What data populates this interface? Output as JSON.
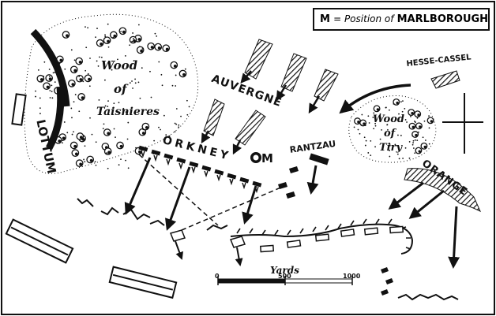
{
  "legend": {
    "symbol_name": "marlborough-position-symbol",
    "letter": "M",
    "text_mid": "= Position of",
    "text_bold": "MARLBOROUGH"
  },
  "labels": {
    "wood_taisnieres": [
      "Wood",
      "of",
      "Taisnieres"
    ],
    "wood_tiry": [
      "Wood",
      "of",
      "Tiry"
    ],
    "lottum": "LOTTUM",
    "auvergne": "AUVERGNE",
    "orkney": "ORKNEY",
    "rantzau": "RANTZAU",
    "hesse_cassel": "HESSE-CASSEL",
    "orange": "ORANGE",
    "marlborough_marker": "M"
  },
  "scale": {
    "title": "Yards",
    "ticks": [
      "0",
      "500",
      "1000"
    ]
  },
  "colors": {
    "ink": "#111111",
    "paper": "#ffffff"
  },
  "icons": [
    "compass-cross-icon",
    "marlborough-position-symbol"
  ]
}
